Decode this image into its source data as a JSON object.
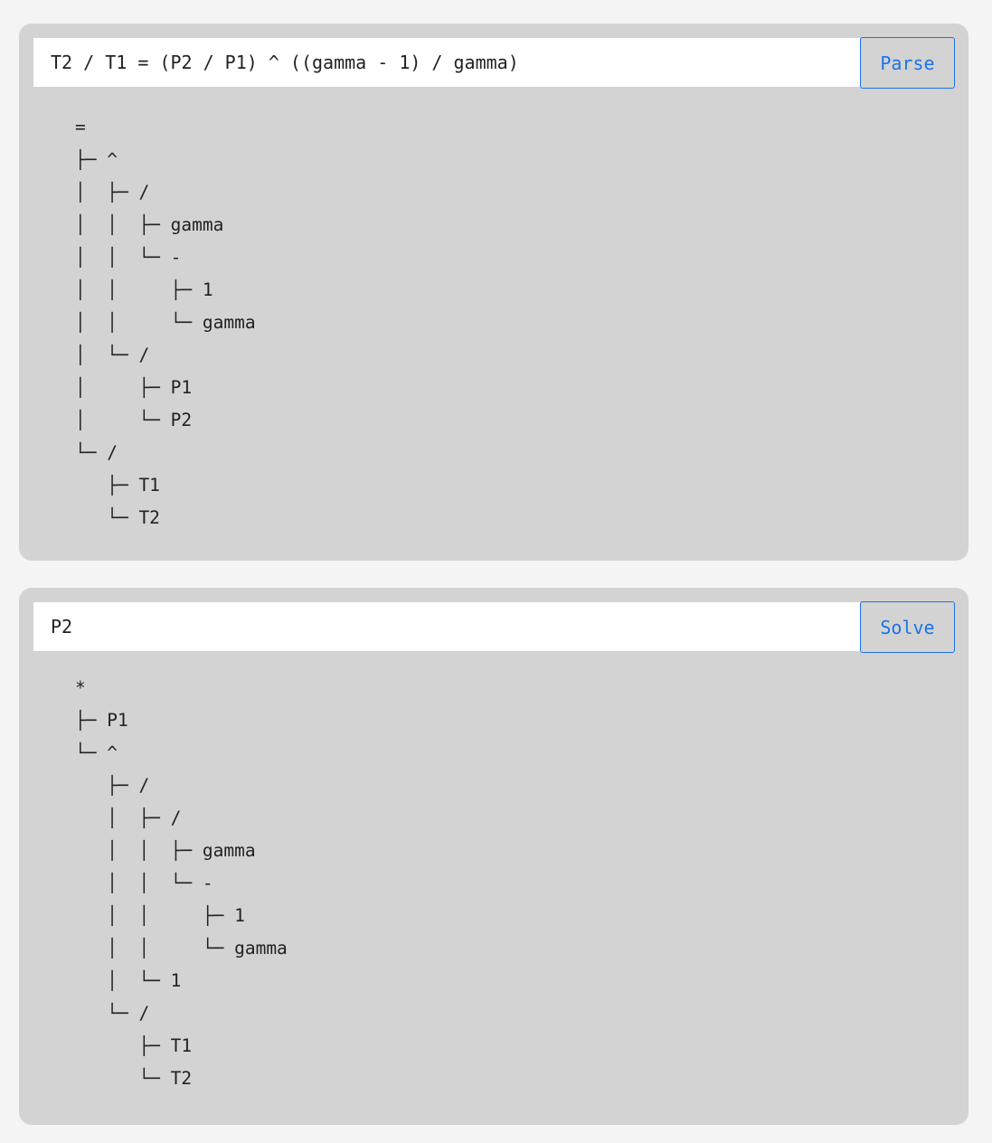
{
  "parse_panel": {
    "input_value": "T2 / T1 = (P2 / P1) ^ ((gamma - 1) / gamma)",
    "button_label": "Parse",
    "tree_lines": [
      "=",
      "├─ ^",
      "│  ├─ /",
      "│  │  ├─ gamma",
      "│  │  └─ -",
      "│  │     ├─ 1",
      "│  │     └─ gamma",
      "│  └─ /",
      "│     ├─ P1",
      "│     └─ P2",
      "└─ /",
      "   ├─ T1",
      "   └─ T2"
    ]
  },
  "solve_panel": {
    "input_value": "P2",
    "button_label": "Solve",
    "tree_lines": [
      "*",
      "├─ P1",
      "└─ ^",
      "   ├─ /",
      "   │  ├─ /",
      "   │  │  ├─ gamma",
      "   │  │  └─ -",
      "   │  │     ├─ 1",
      "   │  │     └─ gamma",
      "   │  └─ 1",
      "   └─ /",
      "      ├─ T1",
      "      └─ T2"
    ]
  },
  "colors": {
    "panel_bg": "#d3d3d3",
    "page_bg": "#f4f4f4",
    "accent": "#1a73e8",
    "text": "#222222"
  }
}
